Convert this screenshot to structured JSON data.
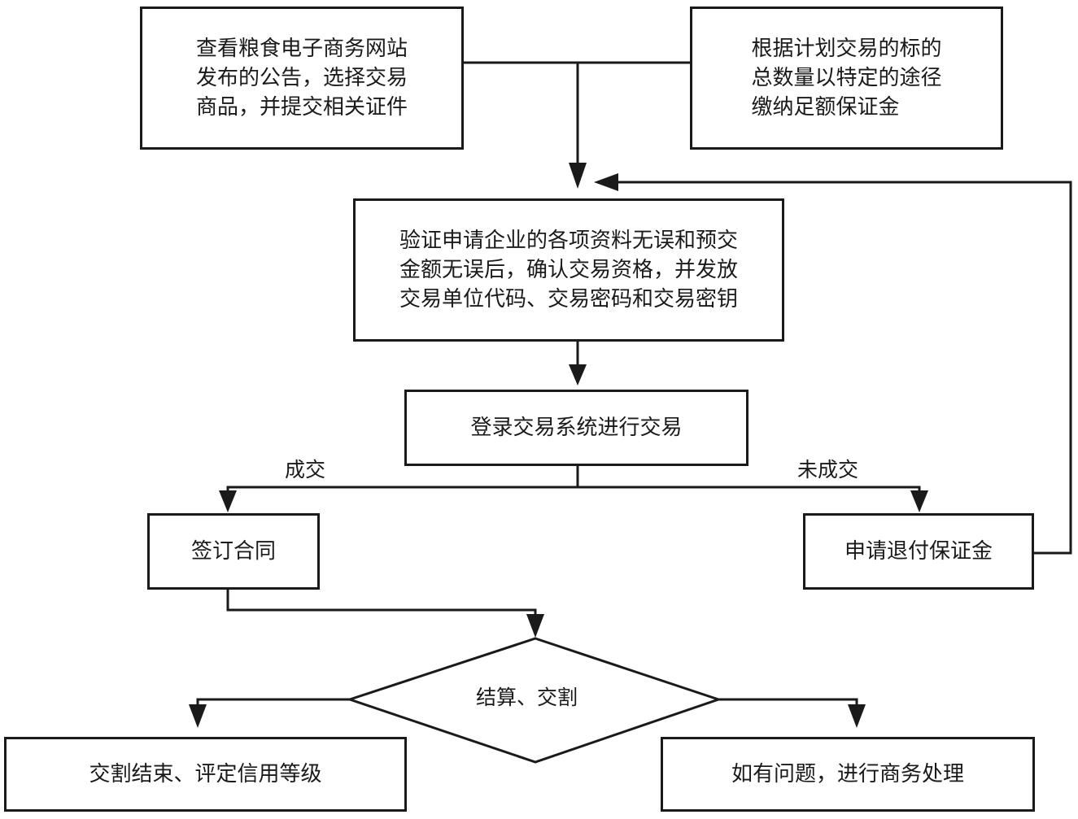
{
  "title": "粮食电子商务交易流程",
  "nodes": {
    "view_announcement": "查看粮食电子商务网站\n发布的公告，选择交易\n商品，并提交相关证件",
    "pay_deposit": "根据计划交易的标的\n总数量以特定的途径\n缴纳足额保证金",
    "verify": "验证申请企业的各项资料无误和预交\n金额无误后，确认交易资格，并发放\n交易单位代码、交易密码和交易密钥",
    "login_trade": "登录交易系统进行交易",
    "sign_contract": "签订合同",
    "refund_deposit": "申请退付保证金",
    "settlement": "结算、交割",
    "end_rating": "交割结束、评定信用等级",
    "business_handling": "如有问题，进行商务处理"
  },
  "edge_labels": {
    "deal": "成交",
    "no_deal": "未成交"
  }
}
